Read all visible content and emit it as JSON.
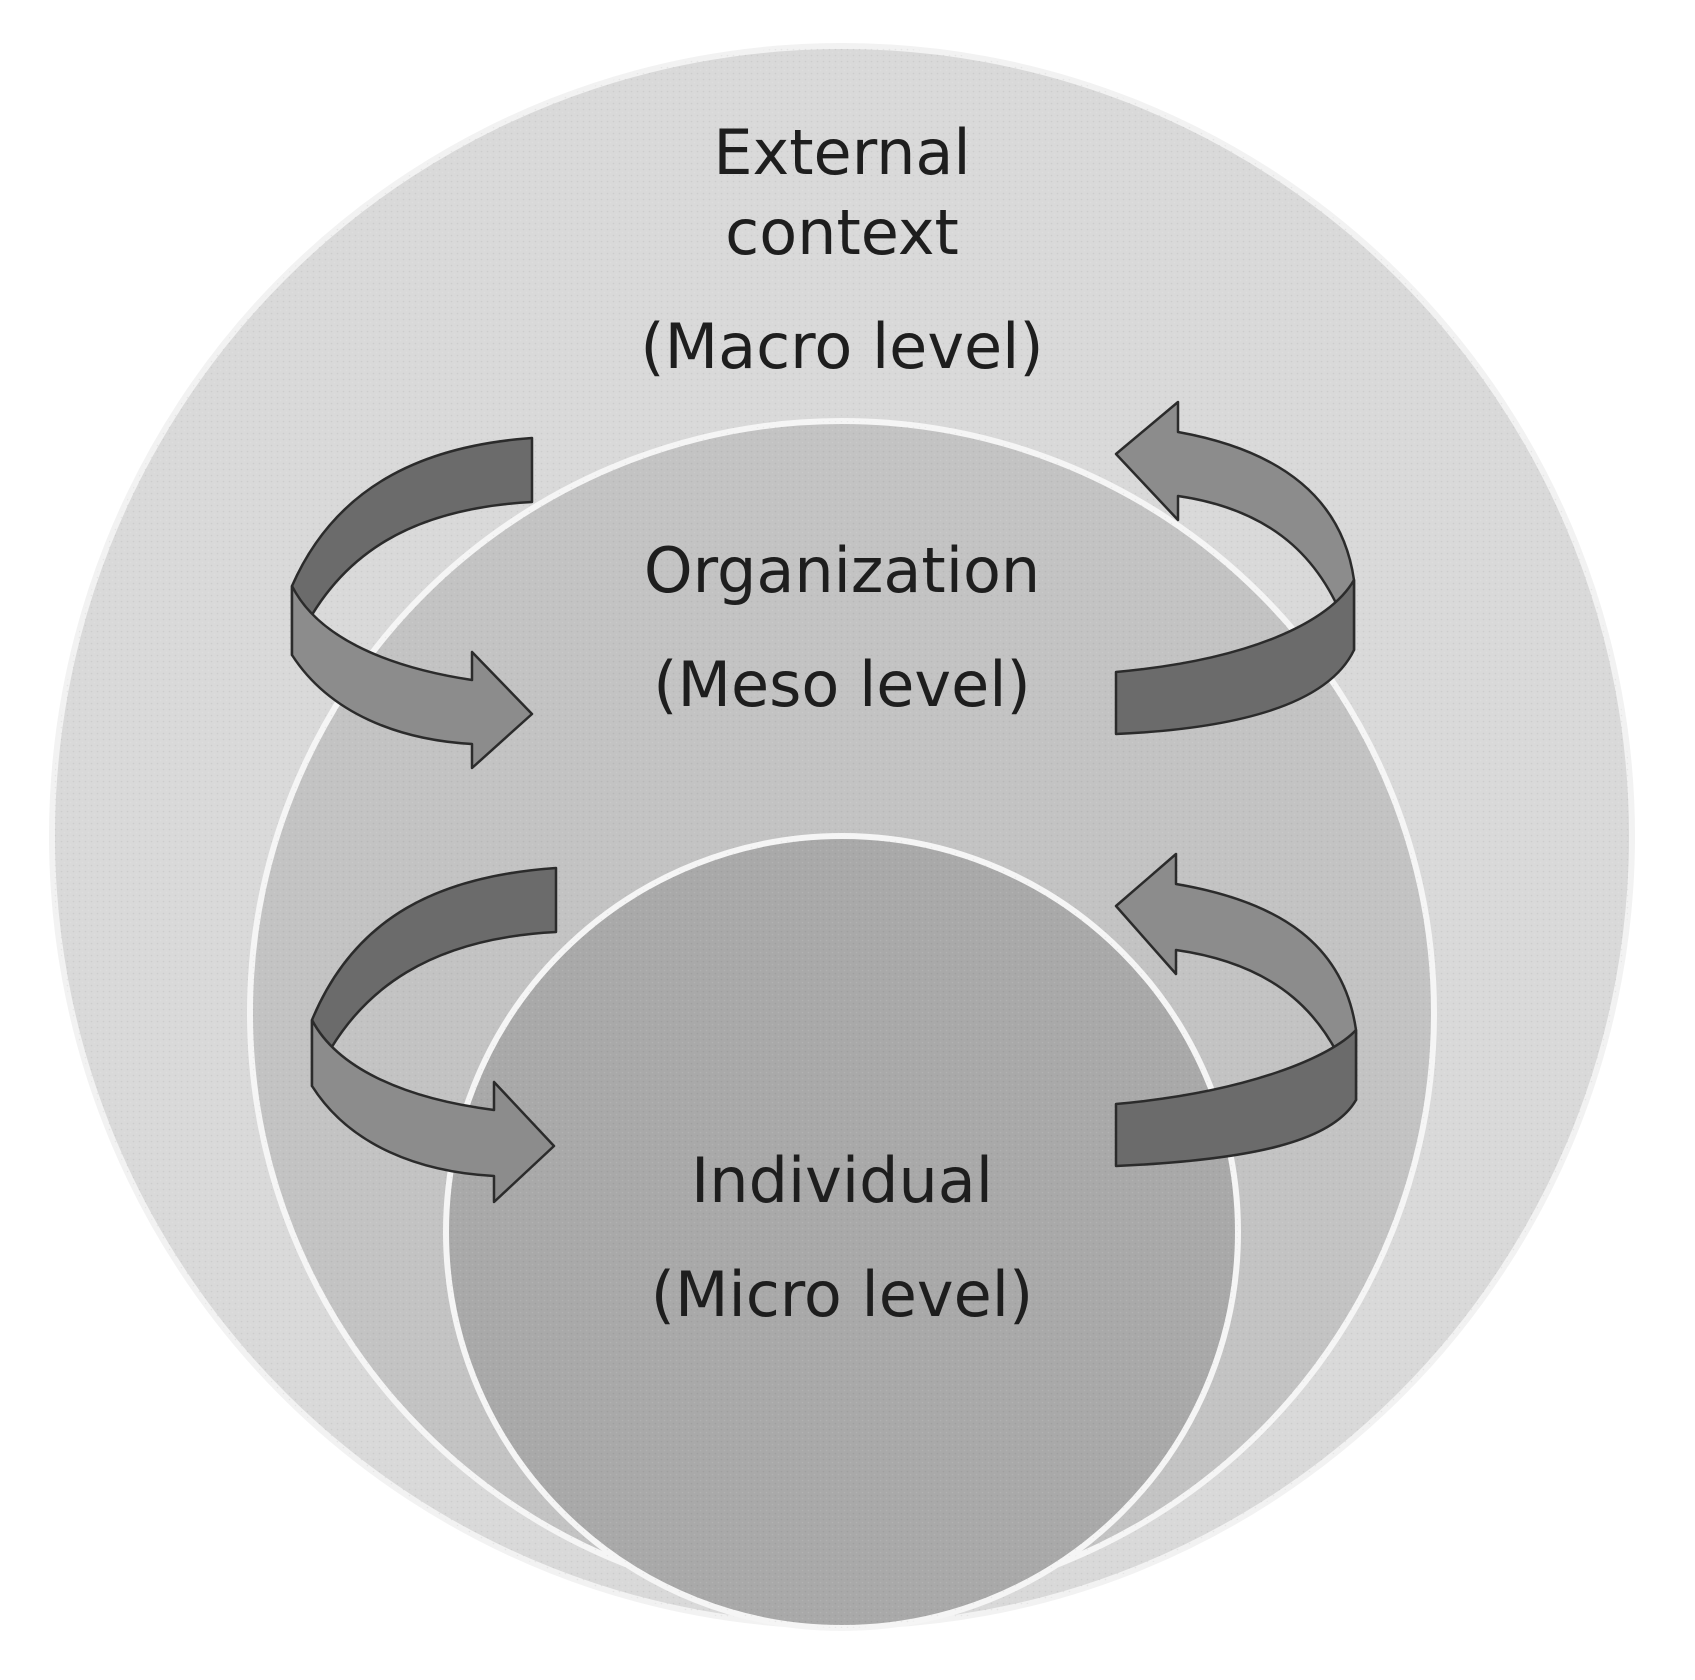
{
  "levels": {
    "macro": {
      "name_line1": "External",
      "name_line2": "context",
      "level": "(Macro level)",
      "fill": "#d9d9d9"
    },
    "meso": {
      "name": "Organization",
      "level": "(Meso level)",
      "fill": "#c3c3c3"
    },
    "micro": {
      "name": "Individual",
      "level": "(Micro level)",
      "fill": "#a9a9a9"
    }
  },
  "arrows": {
    "fill_light": "#8c8c8c",
    "fill_dark": "#6b6b6b",
    "stroke": "#2b2b2b"
  }
}
